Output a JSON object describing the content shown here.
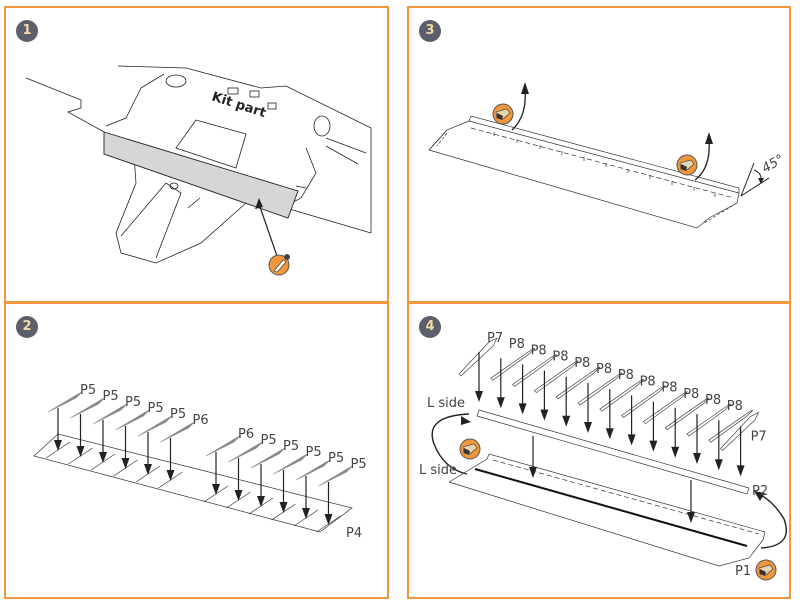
{
  "document": {
    "type": "assembly-instructions",
    "accent_color": "#f0963c",
    "badge_color": "#5b5f6b"
  },
  "steps": [
    {
      "number": "1",
      "labels": {
        "kit_part": "Kit part"
      },
      "icons": [
        "knife-cut-icon"
      ]
    },
    {
      "number": "2",
      "labels": {
        "row1": [
          "P5",
          "P5",
          "P5",
          "P5",
          "P5",
          "P6"
        ],
        "row2": [
          "P6",
          "P5",
          "P5",
          "P5",
          "P5",
          "P5"
        ],
        "base": "P4"
      }
    },
    {
      "number": "3",
      "labels": {
        "angle": "45°"
      },
      "icons": [
        "bend-tool-icon",
        "bend-tool-icon"
      ]
    },
    {
      "number": "4",
      "labels": {
        "top_parts": [
          "P7",
          "P8",
          "P8",
          "P8",
          "P8",
          "P8",
          "P8",
          "P8",
          "P8",
          "P8",
          "P8",
          "P8",
          "P7"
        ],
        "l_side_top": "L side",
        "l_side_bottom": "L side",
        "strip": "P2",
        "base": "P1"
      },
      "icons": [
        "bend-tool-icon",
        "bend-tool-icon"
      ]
    }
  ]
}
